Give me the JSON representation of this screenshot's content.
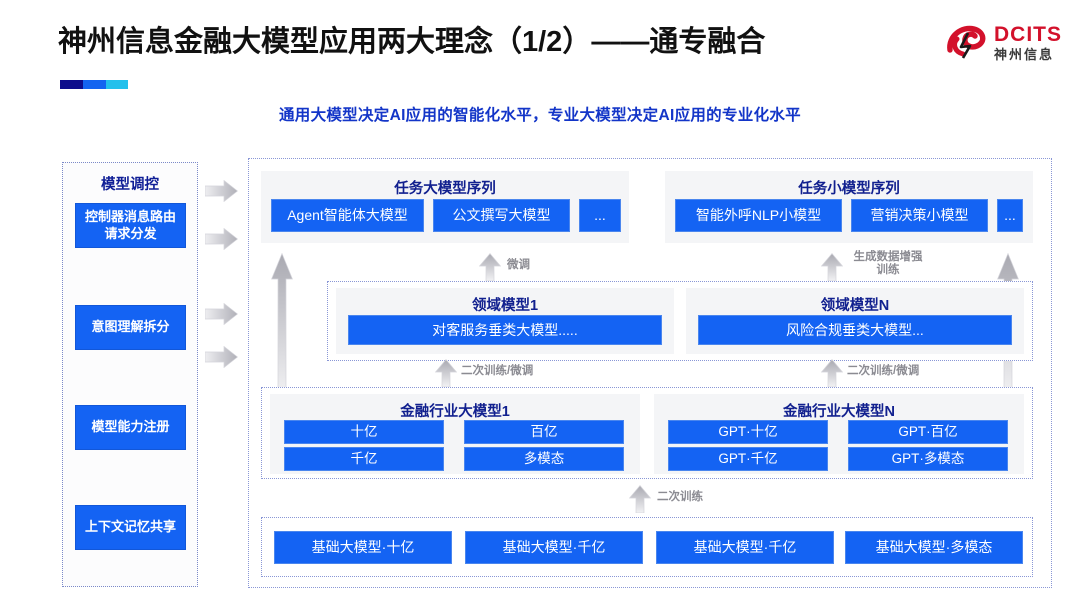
{
  "header": {
    "title": "神州信息金融大模型应用两大理念（1/2）——通专融合",
    "subtitle": "通用大模型决定AI应用的智能化水平，专业大模型决定AI应用的专业化水平",
    "logo": {
      "en": "DCITS",
      "cn": "神州信息",
      "mark": "swirl-icon",
      "color": "#d3112b"
    },
    "accent_colors": [
      "#0d0d8c",
      "#1464f0",
      "#23c0ec"
    ]
  },
  "control_column": {
    "title": "模型调控",
    "items": [
      {
        "label": "控制器消息路由请求分发"
      },
      {
        "label": "意图理解拆分"
      },
      {
        "label": "模型能力注册"
      },
      {
        "label": "上下文记忆共享"
      }
    ],
    "arrows": [
      "arrow-right-icon",
      "arrow-right-icon",
      "arrow-right-icon",
      "arrow-right-icon"
    ]
  },
  "diagram": {
    "rows": {
      "task_big": {
        "title": "任务大模型序列",
        "chips": [
          "Agent智能体大模型",
          "公文撰写大模型",
          "..."
        ]
      },
      "task_small": {
        "title": "任务小模型序列",
        "chips": [
          "智能外呼NLP小模型",
          "营销决策小模型",
          "..."
        ]
      },
      "domain": {
        "groups": [
          {
            "title": "领域模型1",
            "chip": "对客服务垂类大模型....."
          },
          {
            "title": "领域模型N",
            "chip": "风险合规垂类大模型..."
          }
        ]
      },
      "finance": {
        "groups": [
          {
            "title": "金融行业大模型1",
            "chips": [
              "十亿",
              "百亿",
              "千亿",
              "多模态"
            ]
          },
          {
            "title": "金融行业大模型N",
            "chips": [
              "GPT·十亿",
              "GPT·百亿",
              "GPT·千亿",
              "GPT·多模态"
            ]
          }
        ]
      },
      "base": {
        "chips": [
          "基础大模型·十亿",
          "基础大模型·千亿",
          "基础大模型·千亿",
          "基础大模型·多模态"
        ]
      }
    },
    "flow_labels": {
      "finetune": "微调",
      "data_aug": "生成数据增强训练",
      "retrain_finetune_left": "二次训练/微调",
      "retrain_finetune_right": "二次训练/微调",
      "retrain": "二次训练"
    }
  },
  "colors": {
    "chip_blue": "#1463f3",
    "title_navy": "#11208f",
    "subtitle_blue": "#1335c8",
    "arrow_gray": "#b9b9bf",
    "panel_gray": "#f4f5f7",
    "dotted_border": "#8a97d6"
  }
}
